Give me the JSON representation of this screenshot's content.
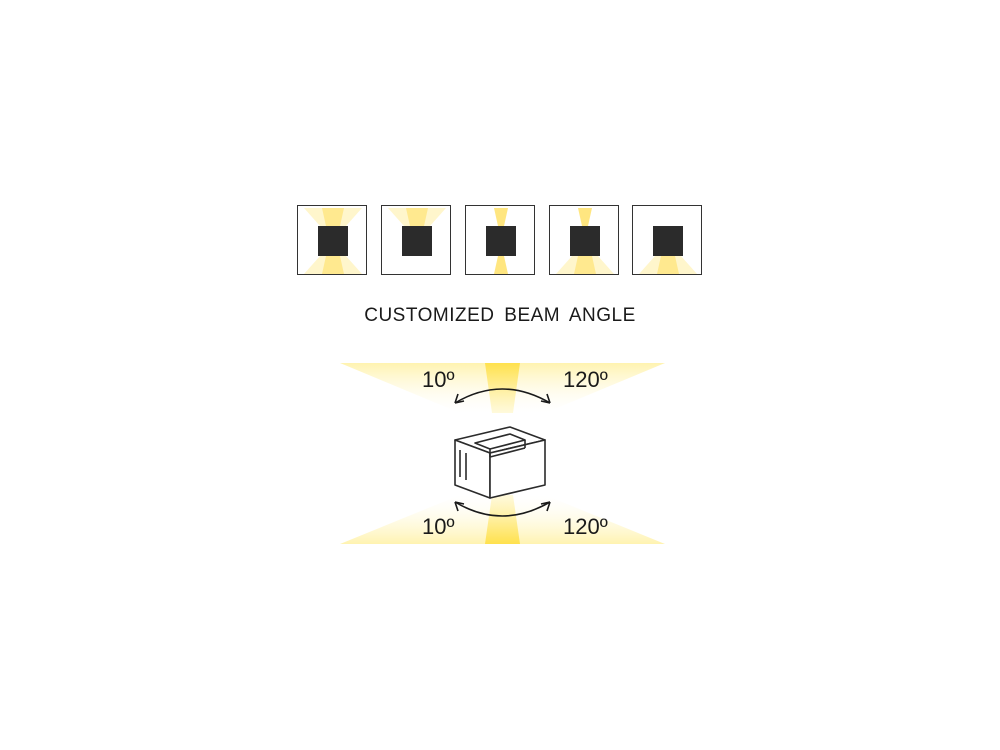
{
  "caption": "CUSTOMIZED BEAM ANGLE",
  "beam_tiles": [
    {
      "top_beam": "wide",
      "bottom_beam": "wide"
    },
    {
      "top_beam": "wide",
      "bottom_beam": "none"
    },
    {
      "top_beam": "narrow",
      "bottom_beam": "narrow"
    },
    {
      "top_beam": "narrow",
      "bottom_beam": "wide"
    },
    {
      "top_beam": "none",
      "bottom_beam": "wide"
    }
  ],
  "top_beam": {
    "narrow_label": "10º",
    "wide_label": "120º"
  },
  "bottom_beam": {
    "narrow_label": "10º",
    "wide_label": "120º"
  },
  "colors": {
    "light_core": "#ffe680",
    "light_glow": "#fff6cc",
    "fixture": "#2b2b2b",
    "frame": "#333333"
  }
}
